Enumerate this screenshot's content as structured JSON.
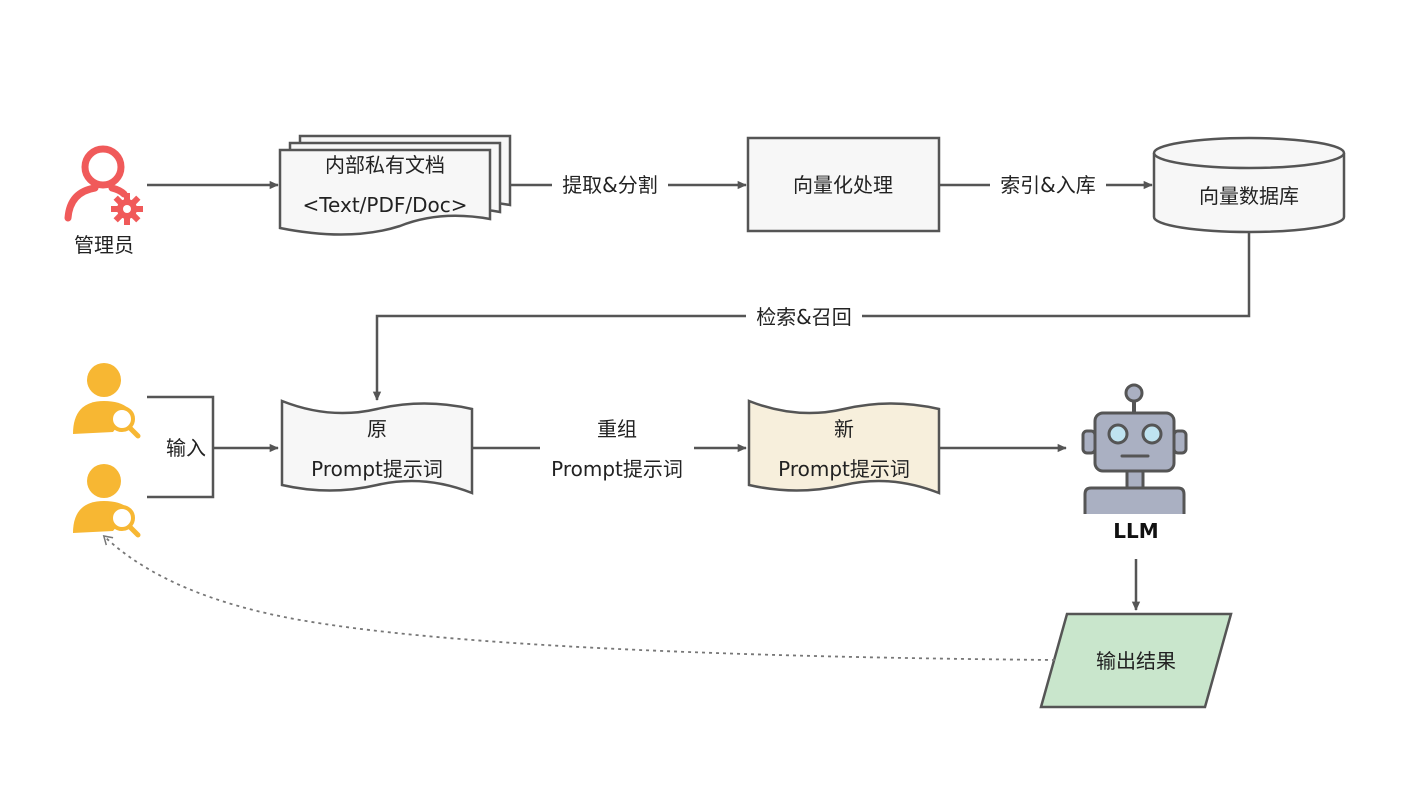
{
  "nodes": {
    "admin": {
      "label": "管理员",
      "icon": "admin-gear-icon",
      "color": "#f05a5a"
    },
    "private_docs": {
      "line1": "内部私有文档",
      "line2": "<Text/PDF/Doc>"
    },
    "vectorize": {
      "label": "向量化处理"
    },
    "vector_db": {
      "label": "向量数据库"
    },
    "users": {
      "icon": "user-search-icon",
      "color": "#f7b733"
    },
    "original_prompt": {
      "line1": "原",
      "line2": "Prompt提示词"
    },
    "new_prompt": {
      "line1": "新",
      "line2": "Prompt提示词",
      "fill": "#f7efdc"
    },
    "llm": {
      "label": "LLM",
      "icon": "robot-icon"
    },
    "output": {
      "label": "输出结果",
      "fill": "#c9e6cc"
    }
  },
  "edges": {
    "extract_split": "提取&分割",
    "index_store": "索引&入库",
    "retrieve_recall": "检索&召回",
    "input": "输入",
    "recombine_line1": "重组",
    "recombine_line2": "Prompt提示词"
  },
  "colors": {
    "stroke": "#555555",
    "box_fill": "#f7f7f7",
    "admin": "#f05a5a",
    "user": "#f7b733",
    "robot_body": "#aab0c2",
    "robot_eye": "#bfe3f0"
  }
}
